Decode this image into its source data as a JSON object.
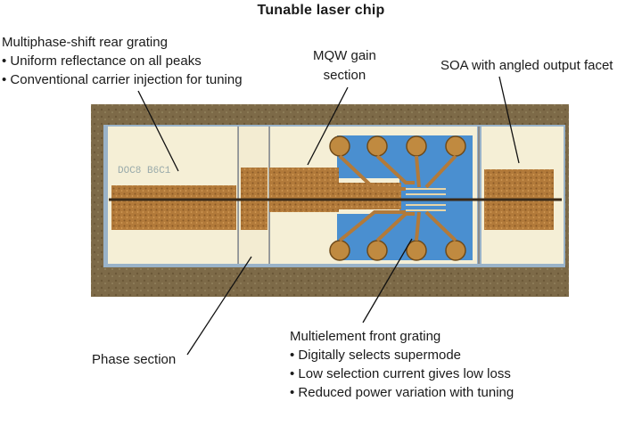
{
  "title": "Tunable laser chip",
  "labels": {
    "rear_grating": {
      "heading": "Multiphase-shift rear grating",
      "bullets": [
        "Uniform reflectance on all peaks",
        "Conventional carrier injection for tuning"
      ]
    },
    "mqw": {
      "line1": "MQW gain",
      "line2": "section"
    },
    "soa": {
      "text": "SOA with angled output facet"
    },
    "front_grating": {
      "heading": "Multielement front grating",
      "bullets": [
        "Digitally selects supermode",
        "Low selection current gives low loss",
        "Reduced power variation with tuning"
      ]
    },
    "phase": {
      "text": "Phase section"
    }
  },
  "chip_markings": "DOC8 B6C1",
  "colors": {
    "substrate": "#7d6a48",
    "cream": "#f5efd6",
    "copper": "#b27a3a",
    "pad_blue": "#4a8fd0",
    "waveguide": "#3a2a18"
  }
}
